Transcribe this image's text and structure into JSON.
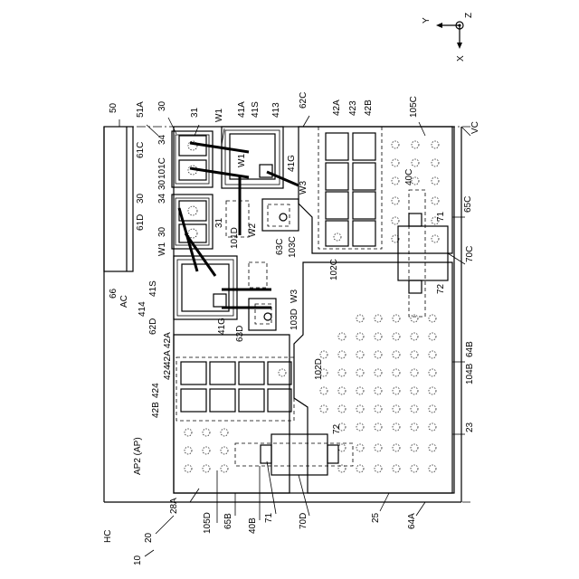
{
  "labels": {
    "l10": "10",
    "l20": "20",
    "HC": "HC",
    "AC": "AC",
    "VC": "VC",
    "ap2": "AP2 (AP)",
    "l50": "50",
    "l51A": "51A",
    "l30a": "30",
    "l31a": "31",
    "W1a": "W1",
    "l41A": "41A",
    "l41Sa": "41S",
    "l413": "413",
    "l62C": "62C",
    "l42A": "42A",
    "l423": "423",
    "l42B": "42B",
    "l105C": "105C",
    "l61C": "61C",
    "l34a": "34",
    "l101C": "101C",
    "l30b": "30",
    "l34b": "34",
    "l30c": "30",
    "l61D": "61D",
    "l30d": "30",
    "W1b": "W1",
    "l31b": "31",
    "W1c": "W1",
    "l41Ga": "41G",
    "W3a": "W3",
    "l40C": "40C",
    "l65C": "65C",
    "l71a": "71",
    "l101D": "101D",
    "W2": "W2",
    "l63C": "63C",
    "l103C": "103C",
    "l102C": "102C",
    "l70C": "70C",
    "l72a": "72",
    "l66": "66",
    "l41Sb": "41S",
    "l414": "414",
    "l62D": "62D",
    "l41Gb": "41G",
    "l63D": "63D",
    "W3b": "W3",
    "l103D": "103D",
    "l102D": "102D",
    "l42Ab": "42A",
    "l424": "424",
    "l42Ab2": "42A",
    "l42Bb": "42B",
    "l424b": "424",
    "l104B": "104B",
    "l64B": "64B",
    "l23": "23",
    "l28A": "28A",
    "l105D": "105D",
    "l65B": "65B",
    "l40B": "40B",
    "l71b": "71",
    "l70D": "70D",
    "l72b": "72",
    "l25": "25",
    "l64A": "64A"
  },
  "axes": {
    "y": "Y",
    "z": "Z",
    "x": "X"
  }
}
